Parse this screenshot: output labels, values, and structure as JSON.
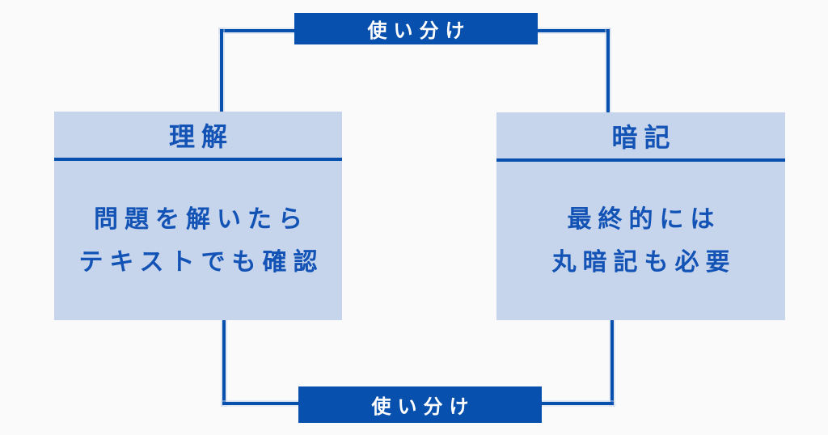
{
  "palette": {
    "background": "#fafafa",
    "primary_blue": "#0850ad",
    "box_fill": "#c7d5ec",
    "box_text": "#1253b5",
    "label_text": "#ffffff"
  },
  "diagram": {
    "top_label": "使い分け",
    "bottom_label": "使い分け",
    "left_box": {
      "title": "理解",
      "body_lines": [
        "問題を解いたら",
        "テキストでも確認"
      ]
    },
    "right_box": {
      "title": "暗記",
      "body_lines": [
        "最終的には",
        "丸暗記も必要"
      ]
    }
  }
}
